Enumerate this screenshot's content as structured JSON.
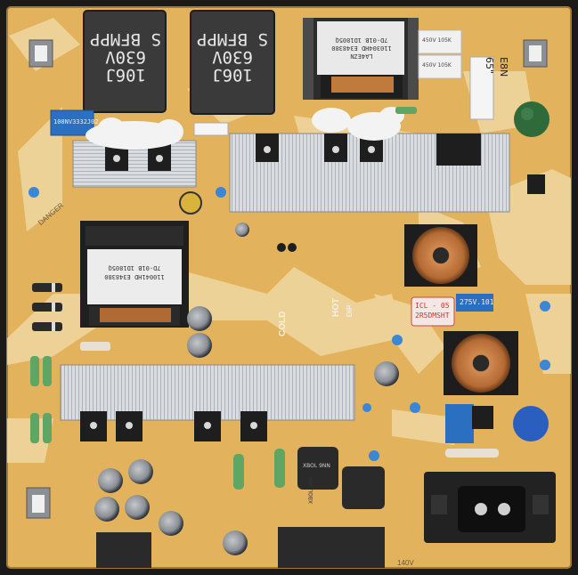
{
  "photo": {
    "subject": "power-supply-board",
    "colors": {
      "pcb": "#e3b560",
      "pcb_dark": "#c99a45",
      "silk_path": "#efd9a8",
      "background": "#1a1a1a",
      "heatsink": "#cfd3d8",
      "transformer_core": "#2a2a2a",
      "film_cap": "#3b3b3b",
      "copper": "#c8743a"
    }
  },
  "labels": {
    "film_cap_left_line1": "106J 630V",
    "film_cap_left_line2": "S BFMPP",
    "film_cap_right_line1": "106J 630V",
    "film_cap_right_line2": "S BFMPP",
    "top_xfmr_line1": "LA4EZN",
    "top_xfmr_line2": "110304HD E348380",
    "top_xfmr_line3": "7D-01B 1D1805Q",
    "blue_cap_top": "100NV3332J02",
    "mid_xfmr_line1": "110041HD E348380",
    "mid_xfmr_line2": "7D-01B 1D1805Q",
    "size_code": "65\"",
    "model_code": "E8N",
    "icl_line1": "ICL - 05",
    "icl_line2": "2R5DMSHT",
    "x_cap": "275V.101",
    "hot": "HOT",
    "cold": "COLD",
    "danger": "DANGER",
    "dip": "DIP",
    "bottom_voltage": "140V",
    "cap_small_1": "450V 105K",
    "cap_small_2": "450V 105K",
    "inductor_1": "XBOL 9NN",
    "inductor_2": "XBOL 9NN"
  }
}
